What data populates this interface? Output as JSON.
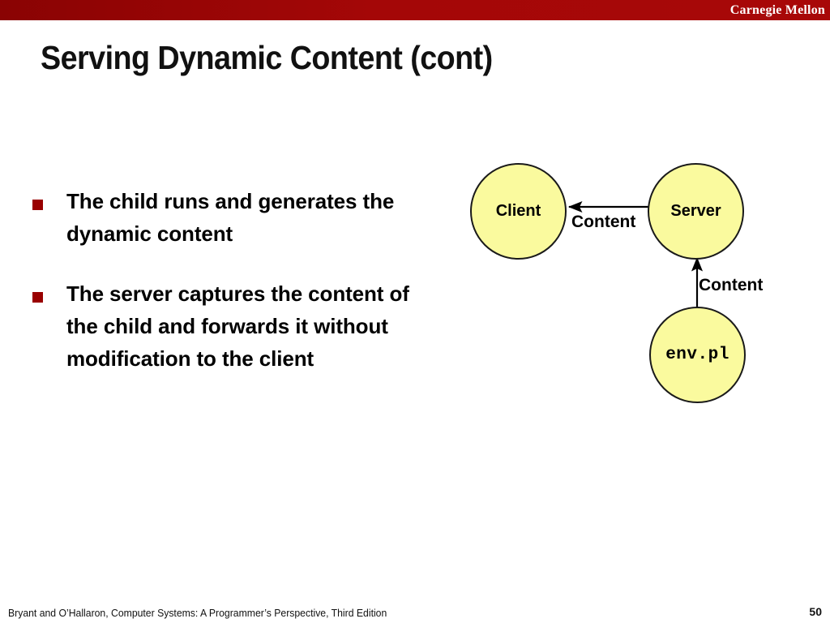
{
  "header": {
    "brand": "Carnegie Mellon",
    "band_color": "#9e0505"
  },
  "title": "Serving Dynamic Content (cont)",
  "bullets": [
    {
      "text": "The child runs and generates the dynamic content",
      "marker_color": "#990000"
    },
    {
      "text": "The server captures the content of the child and forwards it without modification to the client",
      "marker_color": "#990000"
    }
  ],
  "diagram": {
    "node_fill": "#fafa9e",
    "node_stroke": "#1a1a1a",
    "nodes": [
      {
        "id": "client",
        "label": "Client"
      },
      {
        "id": "server",
        "label": "Server"
      },
      {
        "id": "envpl",
        "label": "env.pl"
      }
    ],
    "edges": [
      {
        "id": "server-to-client",
        "label": "Content",
        "from": "server",
        "to": "client",
        "direction": "left"
      },
      {
        "id": "envpl-to-server",
        "label": "Content",
        "from": "envpl",
        "to": "server",
        "direction": "up"
      }
    ]
  },
  "footer": {
    "citation": "Bryant and O’Hallaron, Computer Systems: A Programmer’s Perspective, Third Edition",
    "page_number": "50"
  }
}
